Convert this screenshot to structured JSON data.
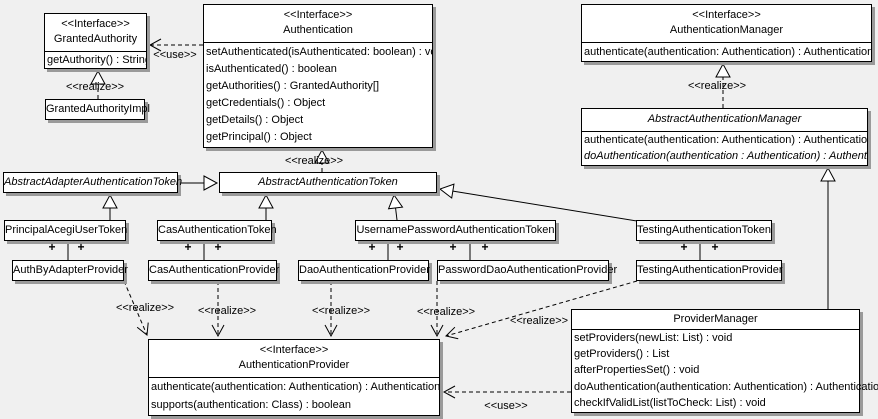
{
  "connector_labels": {
    "use_granted": "<<use>>",
    "realize_granted_impl": "<<realize>>",
    "realize_token": "<<realize>>",
    "realize_manager": "<<realize>>",
    "realize_auth_by_adapter": "<<realize>>",
    "realize_cas_provider": "<<realize>>",
    "realize_dao_provider": "<<realize>>",
    "realize_password_dao_provider": "<<realize>>",
    "realize_testing_provider": "<<realize>>",
    "use_provider_manager": "<<use>>",
    "plus": "+"
  },
  "boxes": {
    "granted_authority": {
      "stereotype": "<<Interface>>",
      "name": "GrantedAuthority",
      "methods": [
        "getAuthority() : String"
      ]
    },
    "granted_authority_impl": {
      "name": "GrantedAuthorityImpl"
    },
    "authentication": {
      "stereotype": "<<Interface>>",
      "name": "Authentication",
      "methods": [
        "setAuthenticated(isAuthenticated: boolean) : void",
        "isAuthenticated() : boolean",
        "getAuthorities() : GrantedAuthority[]",
        "getCredentials() : Object",
        "getDetails() : Object",
        "getPrincipal() : Object"
      ]
    },
    "authentication_manager": {
      "stereotype": "<<Interface>>",
      "name": "AuthenticationManager",
      "methods": [
        "authenticate(authentication: Authentication) : Authentication"
      ]
    },
    "abstract_authentication_manager": {
      "name": "AbstractAuthenticationManager",
      "methods": [
        "authenticate(authentication: Authentication) : Authentication",
        "doAuthentication(authentication : Authentication) : Authentication"
      ]
    },
    "abstract_adapter_authentication_token": {
      "name": "AbstractAdapterAuthenticationToken"
    },
    "abstract_authentication_token": {
      "name": "AbstractAuthenticationToken"
    },
    "principal_acegi_user_token": {
      "name": "PrincipalAcegiUserToken"
    },
    "cas_authentication_token": {
      "name": "CasAuthenticationToken"
    },
    "username_password_authentication_token": {
      "name": "UsernamePasswordAuthenticationToken"
    },
    "testing_authentication_token": {
      "name": "TestingAuthenticationToken"
    },
    "auth_by_adapter_provider": {
      "name": "AuthByAdapterProvider"
    },
    "cas_authentication_provider": {
      "name": "CasAuthenticationProvider"
    },
    "dao_authentication_provider": {
      "name": "DaoAuthenticationProvider"
    },
    "password_dao_authentication_provider": {
      "name": "PasswordDaoAuthenticationProvider"
    },
    "testing_authentication_provider": {
      "name": "TestingAuthenticationProvider"
    },
    "authentication_provider": {
      "stereotype": "<<Interface>>",
      "name": "AuthenticationProvider",
      "methods": [
        "authenticate(authentication: Authentication) : Authentication",
        "supports(authentication: Class) : boolean"
      ]
    },
    "provider_manager": {
      "name": "ProviderManager",
      "methods": [
        "setProviders(newList: List) : void",
        "getProviders() : List",
        "afterPropertiesSet() : void",
        "doAuthentication(authentication: Authentication) : Authentication",
        "checkIfValidList(listToCheck: List) : void"
      ]
    }
  }
}
